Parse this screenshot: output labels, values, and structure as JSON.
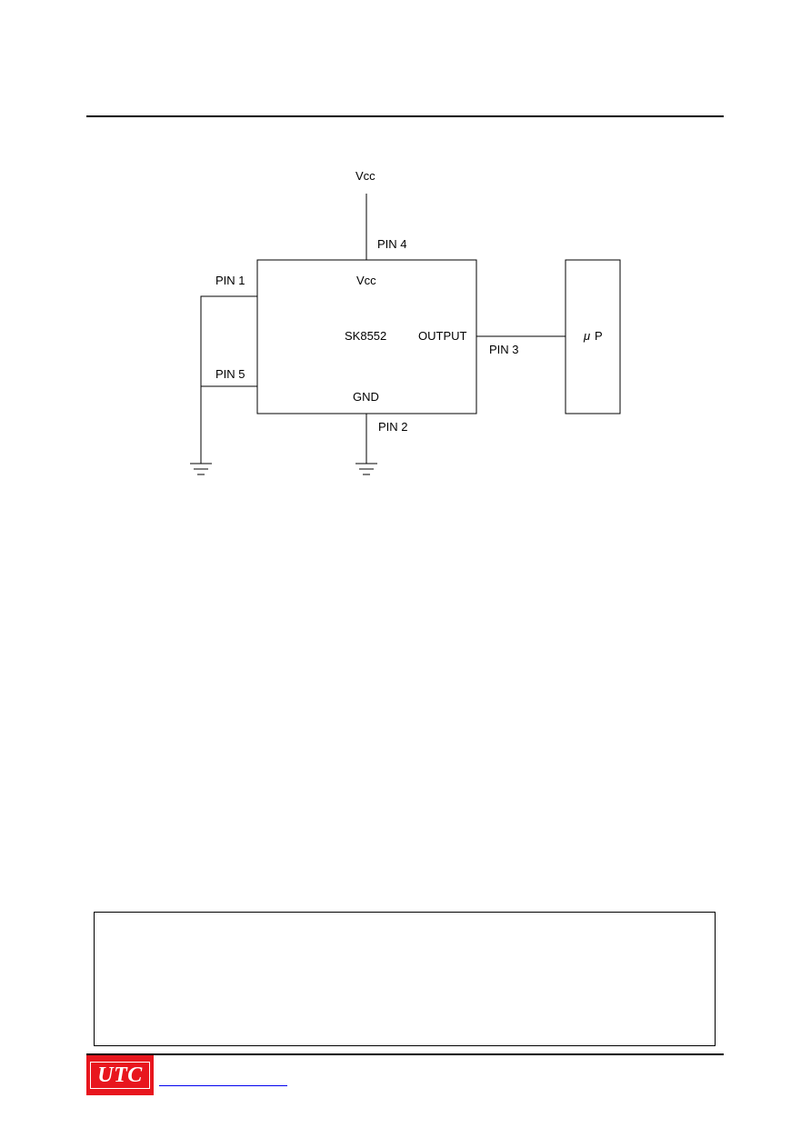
{
  "diagram": {
    "vcc_supply": "Vcc",
    "pin4": "PIN 4",
    "pin1": "PIN 1",
    "pin5": "PIN 5",
    "pin2": "PIN 2",
    "pin3": "PIN 3",
    "ic": {
      "vcc": "Vcc",
      "name": "SK8552",
      "output": "OUTPUT",
      "gnd": "GND"
    },
    "mcu": {
      "mu": "μ",
      "p": "P"
    }
  },
  "footer": {
    "logo_text": "UTC",
    "logo_color": "#e8161e",
    "link_color": "#0000ee"
  }
}
